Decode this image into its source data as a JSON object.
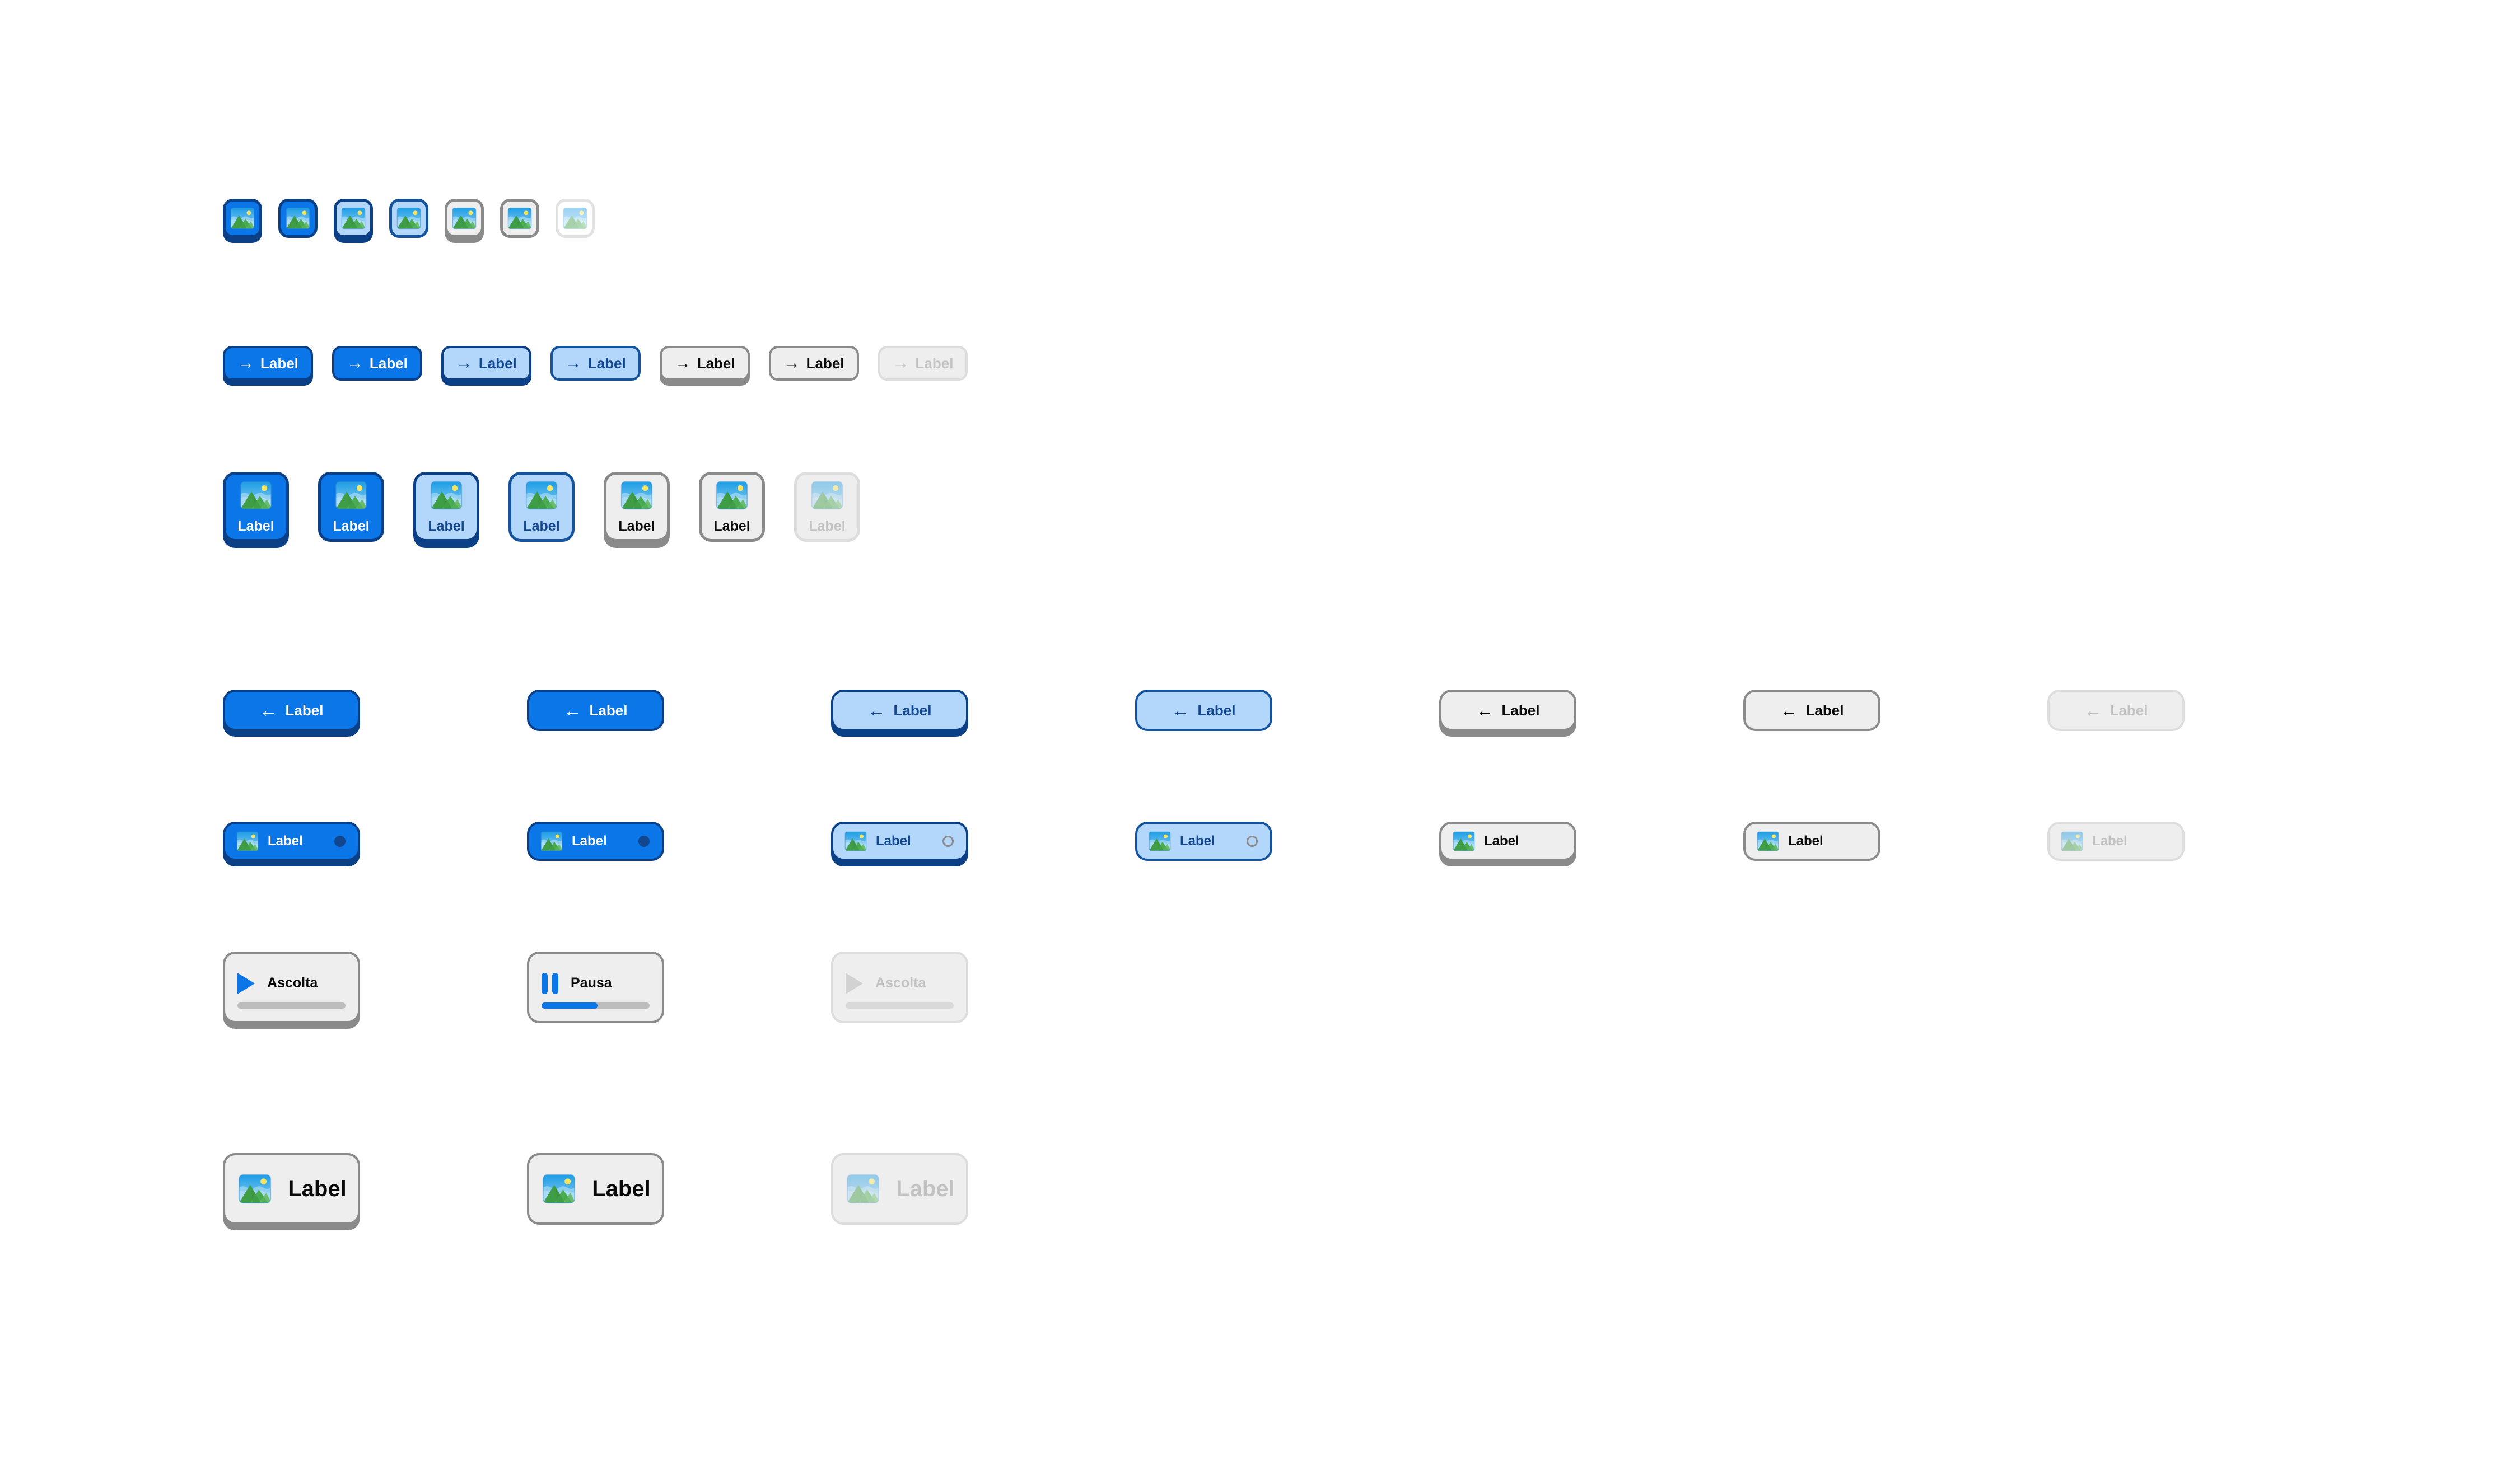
{
  "palette": {
    "blue": "#0b76e8",
    "blue_dark": "#0b3f86",
    "blue_light": "#b3d6fb",
    "blue_text": "#12468f",
    "gray_surface": "#eeeeee",
    "gray_border": "#8a8a8a",
    "disabled_text": "#c2c2c2",
    "disabled_border": "#dddddd",
    "white": "#ffffff",
    "track": "#bdbdbd",
    "sun": "#f7e463",
    "sky": "#2aa6e8",
    "hill": "#3f9e45"
  },
  "labels": {
    "label": "Label",
    "ascolta": "Ascolta",
    "pausa": "Pausa"
  },
  "icons": {
    "arrow_right": "→",
    "arrow_left": "←",
    "image": "image-icon",
    "play": "play-icon",
    "pause": "pause-icon",
    "radio_filled": "radio-filled-icon",
    "radio_hollow": "radio-hollow-icon"
  },
  "variants": [
    {
      "id": "v1",
      "name": "blue-filled-raised",
      "raised": true,
      "disabled": false
    },
    {
      "id": "v2",
      "name": "blue-filled-flat",
      "raised": false,
      "disabled": false
    },
    {
      "id": "v3",
      "name": "lightblue-raised",
      "raised": true,
      "disabled": false
    },
    {
      "id": "v4",
      "name": "lightblue-flat",
      "raised": false,
      "disabled": false
    },
    {
      "id": "v5",
      "name": "gray-raised",
      "raised": true,
      "disabled": false
    },
    {
      "id": "v6",
      "name": "gray-flat",
      "raised": false,
      "disabled": false
    },
    {
      "id": "v7",
      "name": "disabled",
      "raised": false,
      "disabled": true
    }
  ],
  "rows": {
    "icon_buttons": {
      "name": "icon-button-row",
      "items": [
        {
          "label": "",
          "variant": "v1"
        },
        {
          "label": "",
          "variant": "v2"
        },
        {
          "label": "",
          "variant": "v3"
        },
        {
          "label": "",
          "variant": "v4"
        },
        {
          "label": "",
          "variant": "v5"
        },
        {
          "label": "",
          "variant": "v6"
        },
        {
          "label": "",
          "variant": "v7"
        }
      ]
    },
    "arrow_buttons": {
      "name": "arrow-label-button-row",
      "items": [
        {
          "label": "Label",
          "variant": "v1"
        },
        {
          "label": "Label",
          "variant": "v2"
        },
        {
          "label": "Label",
          "variant": "v3"
        },
        {
          "label": "Label",
          "variant": "v4"
        },
        {
          "label": "Label",
          "variant": "v5"
        },
        {
          "label": "Label",
          "variant": "v6"
        },
        {
          "label": "Label",
          "variant": "v7"
        }
      ]
    },
    "icon_cards": {
      "name": "icon-label-card-row",
      "items": [
        {
          "label": "Label",
          "variant": "v1"
        },
        {
          "label": "Label",
          "variant": "v2"
        },
        {
          "label": "Label",
          "variant": "v3"
        },
        {
          "label": "Label",
          "variant": "v4"
        },
        {
          "label": "Label",
          "variant": "v5"
        },
        {
          "label": "Label",
          "variant": "v6"
        },
        {
          "label": "Label",
          "variant": "v7"
        }
      ]
    },
    "back_buttons": {
      "name": "back-label-button-row",
      "items": [
        {
          "label": "Label",
          "variant": "v1"
        },
        {
          "label": "Label",
          "variant": "v2"
        },
        {
          "label": "Label",
          "variant": "v3"
        },
        {
          "label": "Label",
          "variant": "v4"
        },
        {
          "label": "Label",
          "variant": "v5"
        },
        {
          "label": "Label",
          "variant": "v6"
        },
        {
          "label": "Label",
          "variant": "v7"
        }
      ]
    },
    "list_rows": {
      "name": "selectable-list-row",
      "items": [
        {
          "label": "Label",
          "variant": "v1",
          "radio": "filled"
        },
        {
          "label": "Label",
          "variant": "v2",
          "radio": "filled"
        },
        {
          "label": "Label",
          "variant": "v3",
          "radio": "hollow"
        },
        {
          "label": "Label",
          "variant": "v4",
          "radio": "hollow"
        },
        {
          "label": "Label",
          "variant": "v5",
          "radio": "none"
        },
        {
          "label": "Label",
          "variant": "v6",
          "radio": "none"
        },
        {
          "label": "Label",
          "variant": "v7",
          "radio": "none"
        }
      ]
    },
    "audio_players": {
      "name": "audio-player-row",
      "items": [
        {
          "label": "Ascolta",
          "variant": "v5",
          "icon": "play",
          "progress": 0,
          "disabled": false
        },
        {
          "label": "Pausa",
          "variant": "v6",
          "icon": "pause",
          "progress": 52,
          "disabled": false
        },
        {
          "label": "Ascolta",
          "variant": "v7",
          "icon": "play",
          "progress": 0,
          "disabled": true
        }
      ]
    },
    "media_cards": {
      "name": "media-label-card-row",
      "items": [
        {
          "label": "Label",
          "variant": "v5"
        },
        {
          "label": "Label",
          "variant": "v6"
        },
        {
          "label": "Label",
          "variant": "v7"
        }
      ]
    }
  }
}
